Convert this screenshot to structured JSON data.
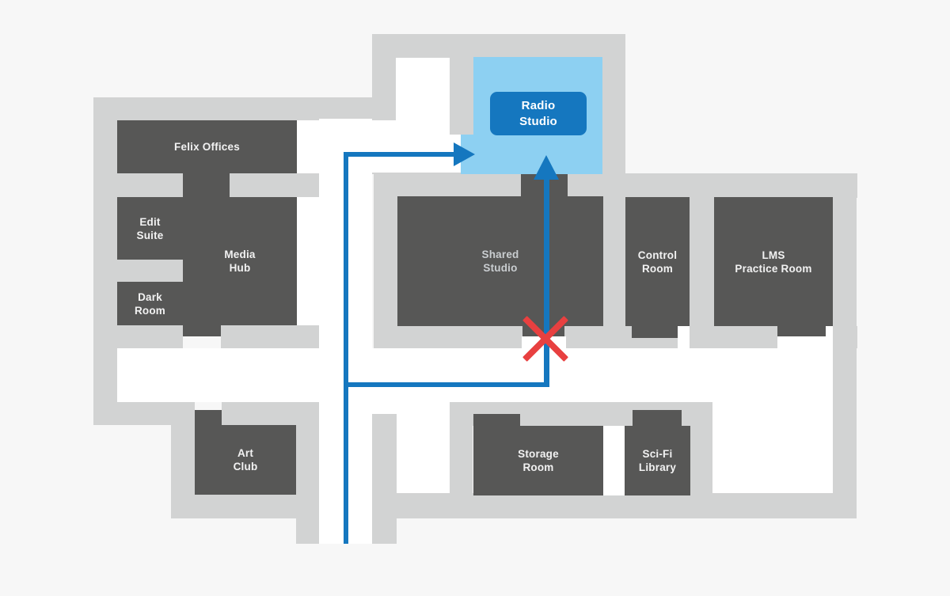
{
  "colors": {
    "background": "#f7f7f7",
    "wall": "#d2d3d3",
    "room": "#575756",
    "room_label": "#f2f2f2",
    "highlight_fill": "#8dd0f2",
    "accent_blue": "#1577bf",
    "chip_text": "#ffffff",
    "blocked_red": "#e84040"
  },
  "rooms": {
    "felix_offices": {
      "label": "Felix Offices"
    },
    "edit_suite": {
      "label": "Edit\nSuite"
    },
    "media_hub": {
      "label": "Media\nHub"
    },
    "dark_room": {
      "label": "Dark\nRoom"
    },
    "art_club": {
      "label": "Art\nClub"
    },
    "radio_studio": {
      "label": "Radio\nStudio"
    },
    "shared_studio": {
      "label": "Shared\nStudio"
    },
    "control_room": {
      "label": "Control\nRoom"
    },
    "lms_practice_room": {
      "label": "LMS\nPractice Room"
    },
    "storage_room": {
      "label": "Storage\nRoom"
    },
    "scifi_library": {
      "label": "Sci-Fi\nLibrary"
    }
  }
}
